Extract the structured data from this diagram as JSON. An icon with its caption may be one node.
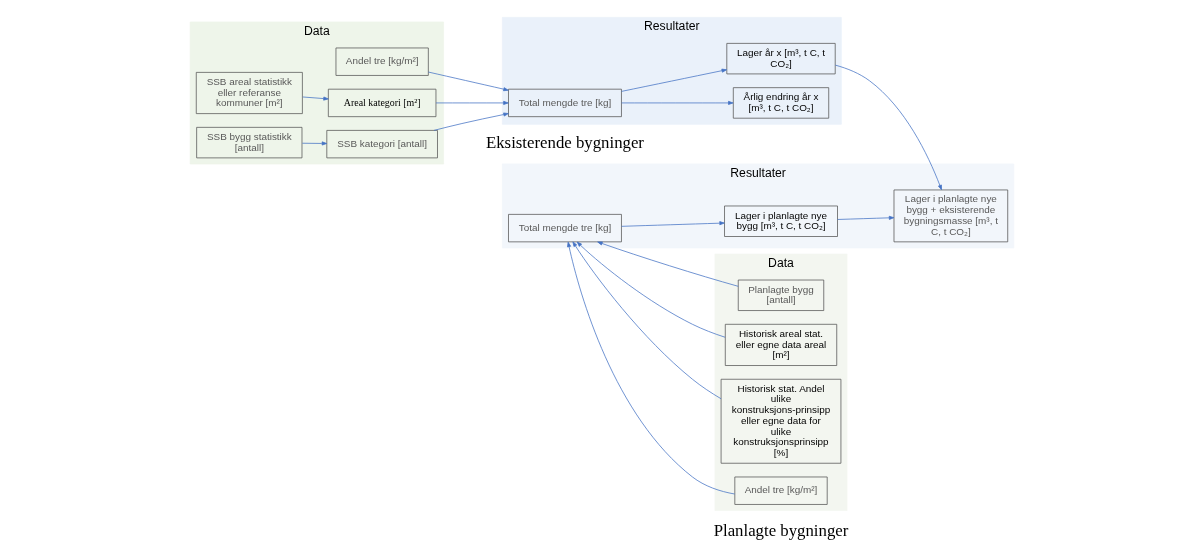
{
  "diagram": {
    "nodes": [
      {
        "text": [
          "Data"
        ]
      },
      {
        "text": [
          "SSB bygg statistikk [antall]"
        ],
        "in": 0
      },
      {
        "text": [
          "SSB kategori [antall]"
        ],
        "in": 0
      },
      {
        "text": [
          "SSB areal statistikk eller referanse kommuner [m²]"
        ],
        "in": 0
      },
      {
        "text": [
          "Areal kategori [m²]"
        ],
        "in": 0
      },
      {
        "text": [
          "Andel tre [kg/m²]"
        ],
        "in": 0
      },
      {
        "text": [
          "Resultater"
        ]
      },
      {
        "text": [
          "Total mengde tre [kg]"
        ],
        "in": 6
      },
      {
        "text": [
          "Årlig endring år x [m³, t C, t CO₂]"
        ],
        "in": 6
      },
      {
        "text": [
          "Lager år x [m³, t C, t CO₂]"
        ],
        "in": 6
      },
      {
        "text": [
          "Resultater"
        ]
      },
      {
        "text": [
          "Total mengde tre [kg]"
        ],
        "in": 10
      },
      {
        "text": [
          "Lager i planlagte nye bygg [m³, t C, t CO₂]"
        ],
        "in": 10
      },
      {
        "text": [
          "Lager i planlagte nye bygg + eksisterende bygningsmasse [m³, t C, t CO₂]"
        ],
        "in": 10
      },
      {
        "text": [
          "Data"
        ]
      },
      {
        "text": [
          "Planlagte bygg [antall]"
        ],
        "in": 14
      },
      {
        "text": [
          "Historisk areal stat. eller egne data areal [m²]"
        ],
        "in": 14
      },
      {
        "text": [
          "Historisk stat. Andel ulike konstruksjons-prinsipp eller egne data for ulike konstruksjonsprinsipp [%]"
        ],
        "in": 14
      },
      {
        "text": [
          "Andel tre [kg/m²]"
        ],
        "in": 14
      }
    ],
    "edges": [
      {
        "from": 1,
        "to": 2,
        "arrow": "to"
      },
      {
        "from": 2,
        "to": 7,
        "arrow": "to"
      },
      {
        "from": 3,
        "to": 4,
        "arrow": "to"
      },
      {
        "from": 4,
        "to": 7,
        "arrow": "to"
      },
      {
        "from": 5,
        "to": 7,
        "arrow": "to"
      },
      {
        "from": 7,
        "to": 8,
        "arrow": "to"
      },
      {
        "from": 7,
        "to": 9,
        "arrow": "to"
      },
      {
        "from": 9,
        "to": 13,
        "arrow": "to"
      },
      {
        "from": 11,
        "to": 12,
        "arrow": "to"
      },
      {
        "from": 12,
        "to": 13,
        "arrow": "to"
      },
      {
        "from": 15,
        "to": 11,
        "arrow": "to"
      },
      {
        "from": 16,
        "to": 11,
        "arrow": "to"
      },
      {
        "from": 17,
        "to": 11,
        "arrow": "to"
      },
      {
        "from": 18,
        "to": 11,
        "arrow": "to"
      }
    ],
    "labels": [
      "Eksisterende bygninger",
      "Planlagte bygninger"
    ]
  }
}
